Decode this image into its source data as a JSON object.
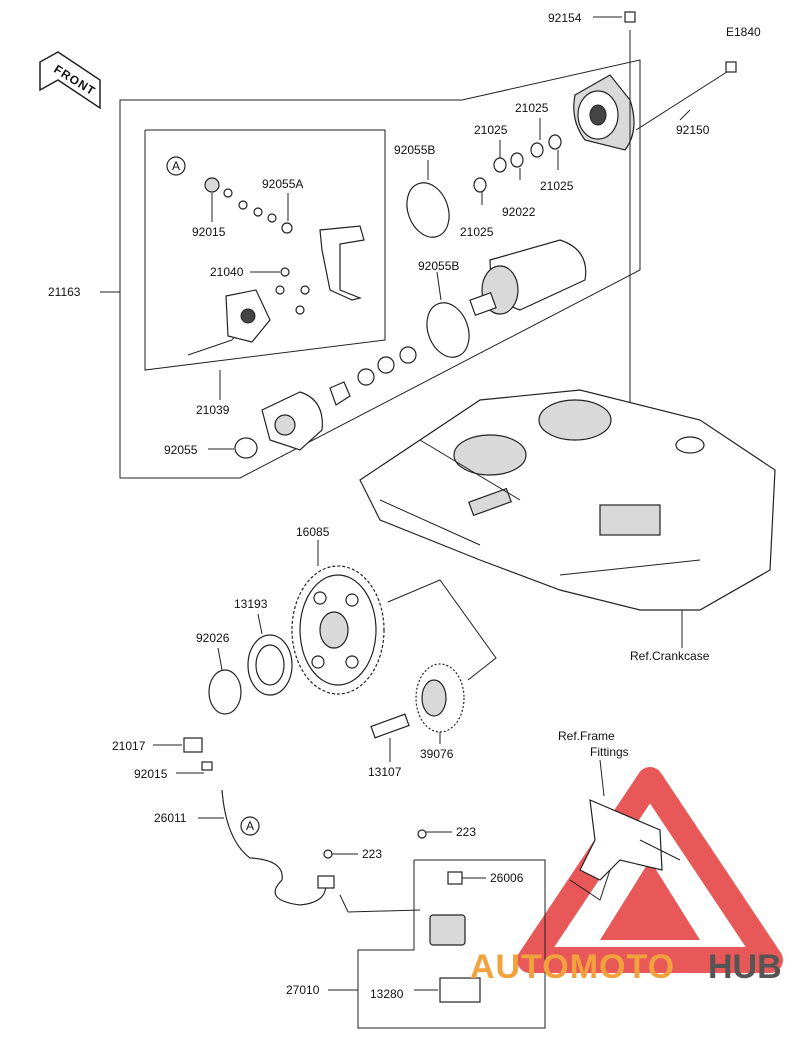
{
  "diagram": {
    "code": "E1840",
    "front_label": "FRONT",
    "callouts": {
      "p92154": "92154",
      "p92150": "92150",
      "p21025a": "21025",
      "p21025b": "21025",
      "p21025c": "21025",
      "p21025d": "21025",
      "p92022": "92022",
      "p92055B_top": "92055B",
      "p92055B_mid": "92055B",
      "p92055A": "92055A",
      "p92015_top": "92015",
      "p21040": "21040",
      "p21163": "21163",
      "p21039": "21039",
      "p92055": "92055",
      "p16085": "16085",
      "p13193": "13193",
      "p92026": "92026",
      "p13107": "13107",
      "p39076": "39076",
      "p21017": "21017",
      "p92015_bot": "92015",
      "p26011": "26011",
      "p223a": "223",
      "p223b": "223",
      "p26006": "26006",
      "p27010": "27010",
      "p13280": "13280"
    },
    "ref_crankcase": "Ref.Crankcase",
    "ref_frame_line1": "Ref.Frame",
    "ref_frame_line2": "Fittings",
    "marker_a_top": "A",
    "marker_a_bottom": "A"
  },
  "watermark": {
    "text_left": "AUTOMOTO",
    "text_right": "HUB",
    "color_orange": "#f2a23c",
    "color_grey": "#555555",
    "color_red": "#e53c3c"
  }
}
